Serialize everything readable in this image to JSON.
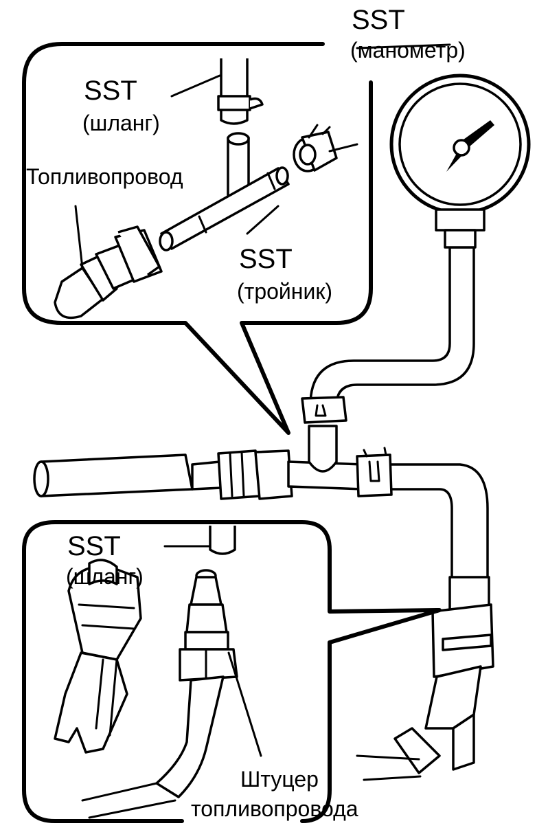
{
  "labels": {
    "sst_gauge": "SST",
    "sst_gauge_sub": "(манометр)",
    "sst_hose_top": "SST",
    "sst_hose_top_sub": "(шланг)",
    "fuel_line": "Топливопровод",
    "sst_tee": "SST",
    "sst_tee_sub": "(тройник)",
    "sst_hose_bottom": "SST",
    "sst_hose_bottom_sub": "(шланг)",
    "fitting_line1": "Штуцер",
    "fitting_line2": "топливопровода"
  }
}
